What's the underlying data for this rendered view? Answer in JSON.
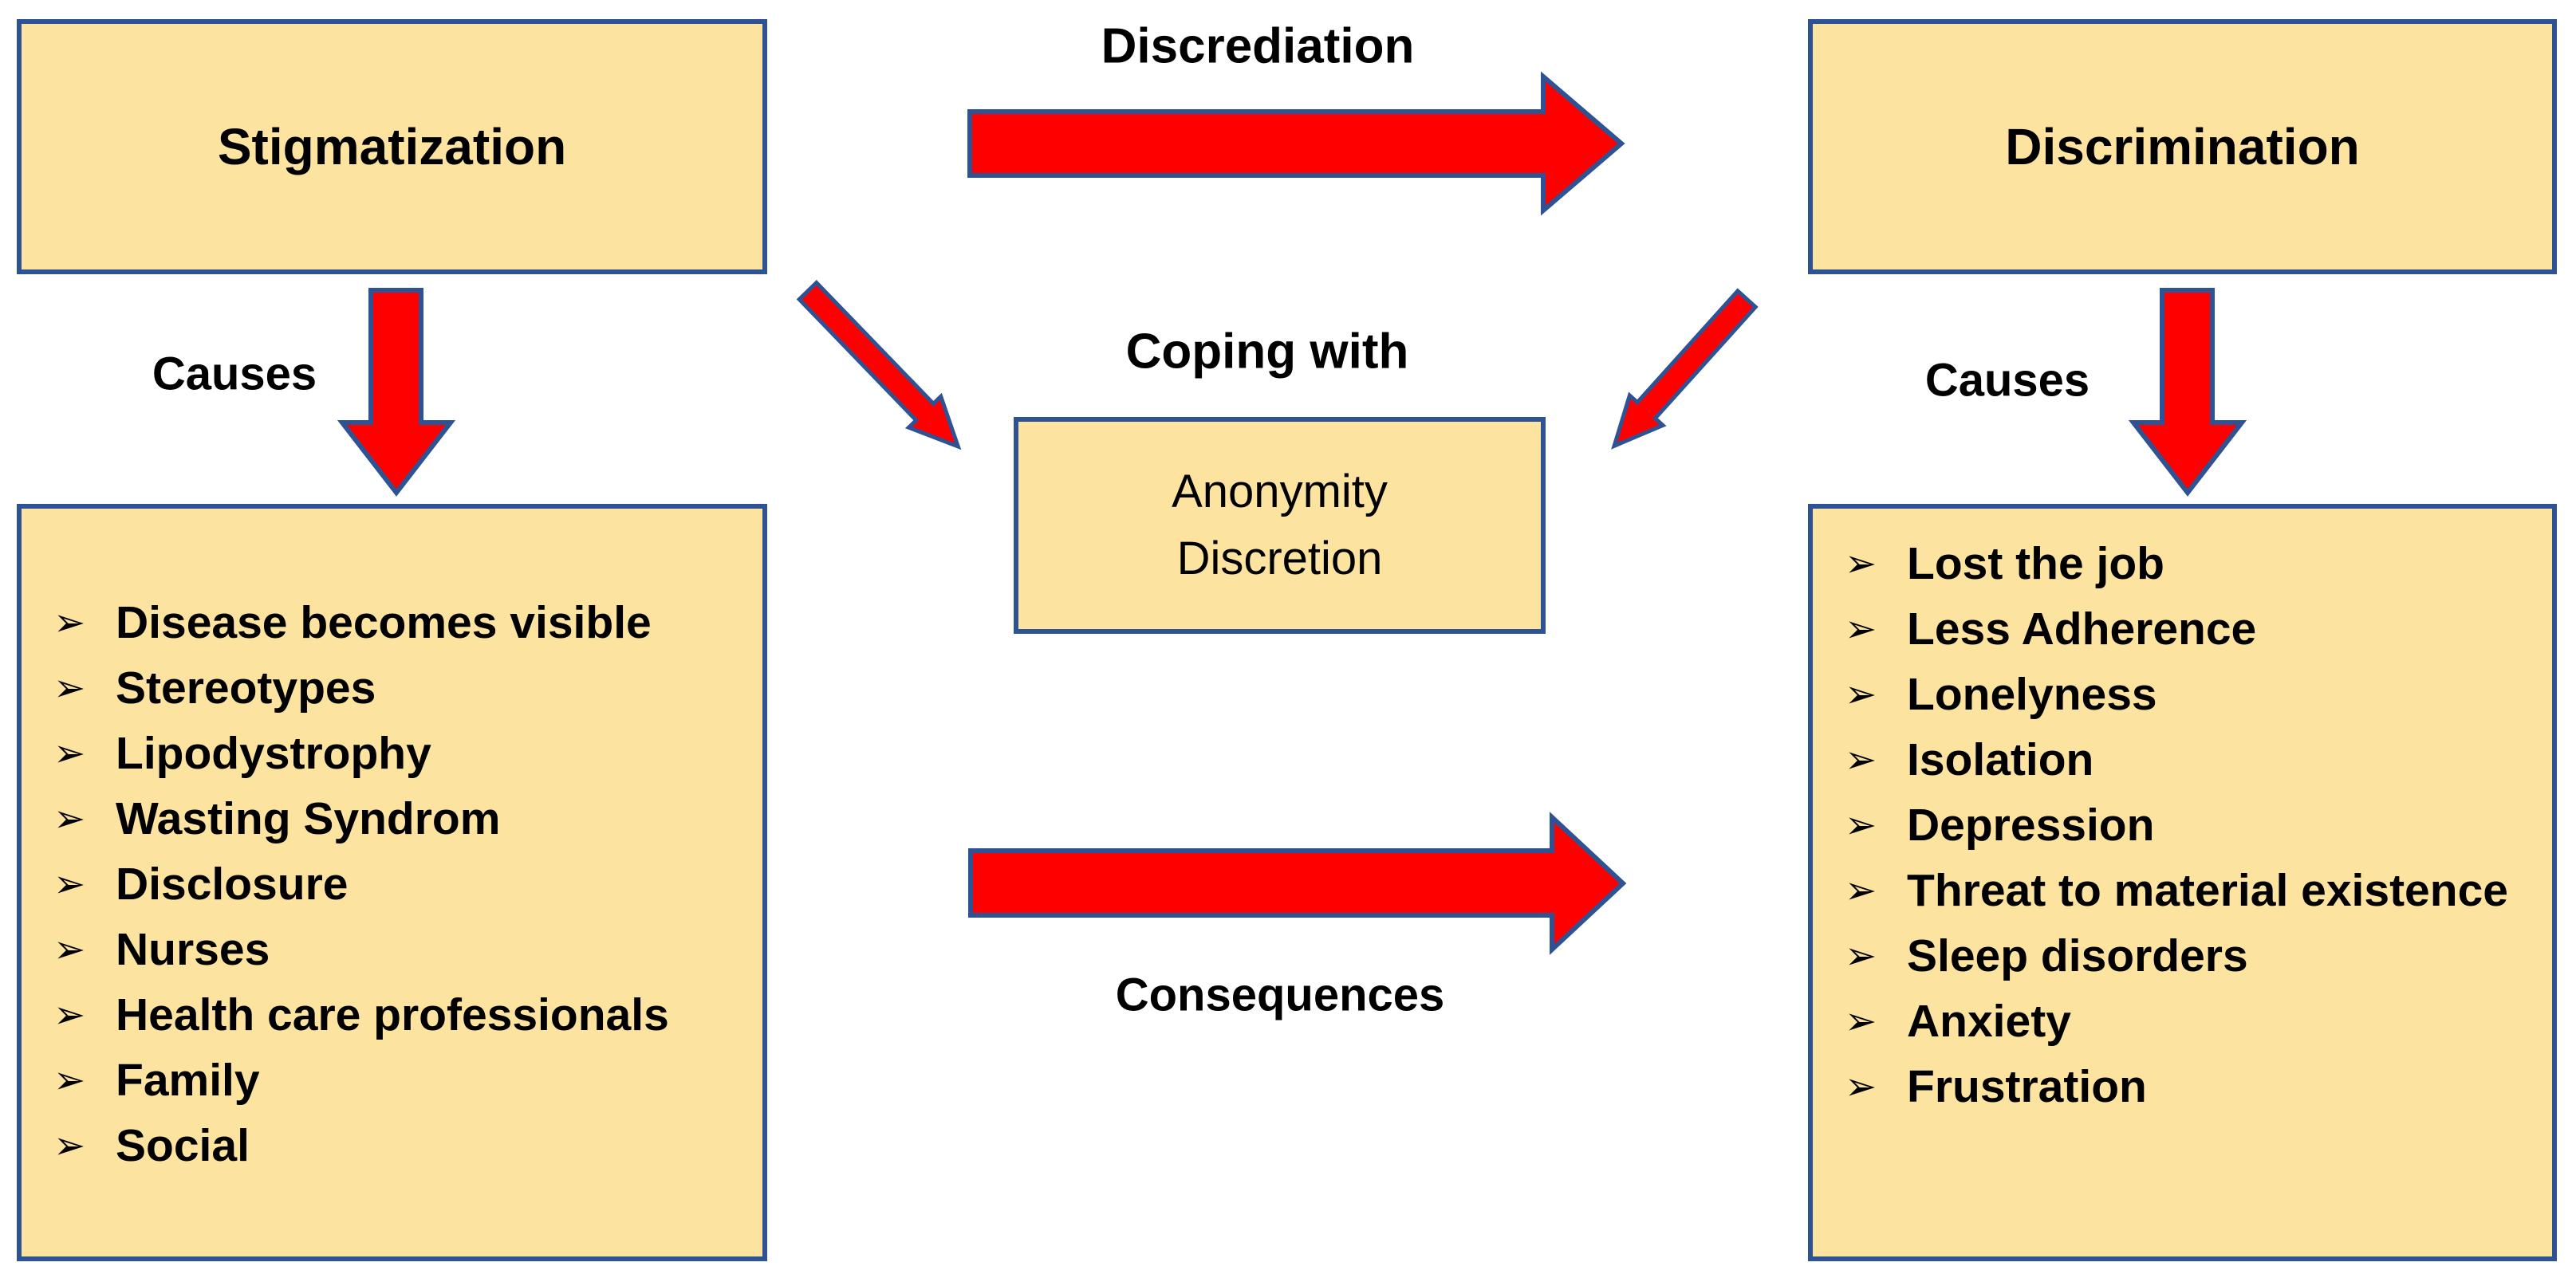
{
  "colors": {
    "background": "#FFFFFF",
    "box_fill": "#FDE3A0",
    "box_border": "#2E5395",
    "arrow_fill": "#FF0000",
    "arrow_outline": "#2E5395",
    "text": "#000000"
  },
  "bullets": {
    "arrow": "➢"
  },
  "nodes": {
    "stigmatization": {
      "label": "Stigmatization"
    },
    "discrimination": {
      "label": "Discrimination"
    },
    "coping": {
      "line1": "Anonymity",
      "line2": "Discretion"
    }
  },
  "labels": {
    "discrediation": "Discrediation",
    "coping_with": "Coping with",
    "causes_left": "Causes",
    "causes_right": "Causes",
    "consequences": "Consequences"
  },
  "lists": {
    "stigmatization_causes": {
      "items": [
        "Disease becomes visible",
        "Stereotypes",
        "Lipodystrophy",
        "Wasting Syndrom",
        "Disclosure",
        "Nurses",
        "Health care professionals",
        "Family",
        "Social"
      ]
    },
    "discrimination_causes": {
      "items": [
        "Lost the job",
        "Less Adherence",
        "Lonelyness",
        "Isolation",
        "Depression",
        "Threat to material existence",
        "Sleep disorders",
        "Anxiety",
        "Frustration"
      ]
    }
  }
}
